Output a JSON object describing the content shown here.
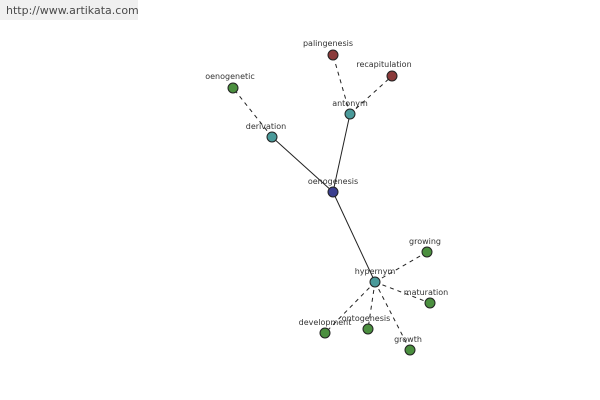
{
  "header": {
    "url_text": "http://www.artikata.com"
  },
  "colors": {
    "center": "#3b3f8f",
    "relation": "#4a9a9a",
    "leaf_green": "#4b8f3f",
    "leaf_red": "#8a3a3a",
    "edge": "#222222"
  },
  "nodes": [
    {
      "id": "oenogenesis",
      "label": "oenogenesis",
      "kind": "center"
    },
    {
      "id": "derivation",
      "label": "derivation",
      "kind": "relation"
    },
    {
      "id": "antonym",
      "label": "antonym",
      "kind": "relation"
    },
    {
      "id": "hypernym",
      "label": "hypernym",
      "kind": "relation"
    },
    {
      "id": "oenogenetic",
      "label": "oenogenetic",
      "kind": "leaf_green"
    },
    {
      "id": "palingenesis",
      "label": "palingenesis",
      "kind": "leaf_red"
    },
    {
      "id": "recapitulation",
      "label": "recapitulation",
      "kind": "leaf_red"
    },
    {
      "id": "growing",
      "label": "growing",
      "kind": "leaf_green"
    },
    {
      "id": "maturation",
      "label": "maturation",
      "kind": "leaf_green"
    },
    {
      "id": "ontogenesis",
      "label": "ontogenesis",
      "kind": "leaf_green"
    },
    {
      "id": "development",
      "label": "development",
      "kind": "leaf_green"
    },
    {
      "id": "growth",
      "label": "growth",
      "kind": "leaf_green"
    }
  ],
  "edges": [
    {
      "from": "oenogenesis",
      "to": "derivation",
      "style": "solid"
    },
    {
      "from": "oenogenesis",
      "to": "antonym",
      "style": "solid"
    },
    {
      "from": "oenogenesis",
      "to": "hypernym",
      "style": "solid"
    },
    {
      "from": "derivation",
      "to": "oenogenetic",
      "style": "dashed"
    },
    {
      "from": "antonym",
      "to": "palingenesis",
      "style": "dashed"
    },
    {
      "from": "antonym",
      "to": "recapitulation",
      "style": "dashed"
    },
    {
      "from": "hypernym",
      "to": "growing",
      "style": "dashed"
    },
    {
      "from": "hypernym",
      "to": "maturation",
      "style": "dashed"
    },
    {
      "from": "hypernym",
      "to": "ontogenesis",
      "style": "dashed"
    },
    {
      "from": "hypernym",
      "to": "development",
      "style": "dashed"
    },
    {
      "from": "hypernym",
      "to": "growth",
      "style": "dashed"
    }
  ]
}
